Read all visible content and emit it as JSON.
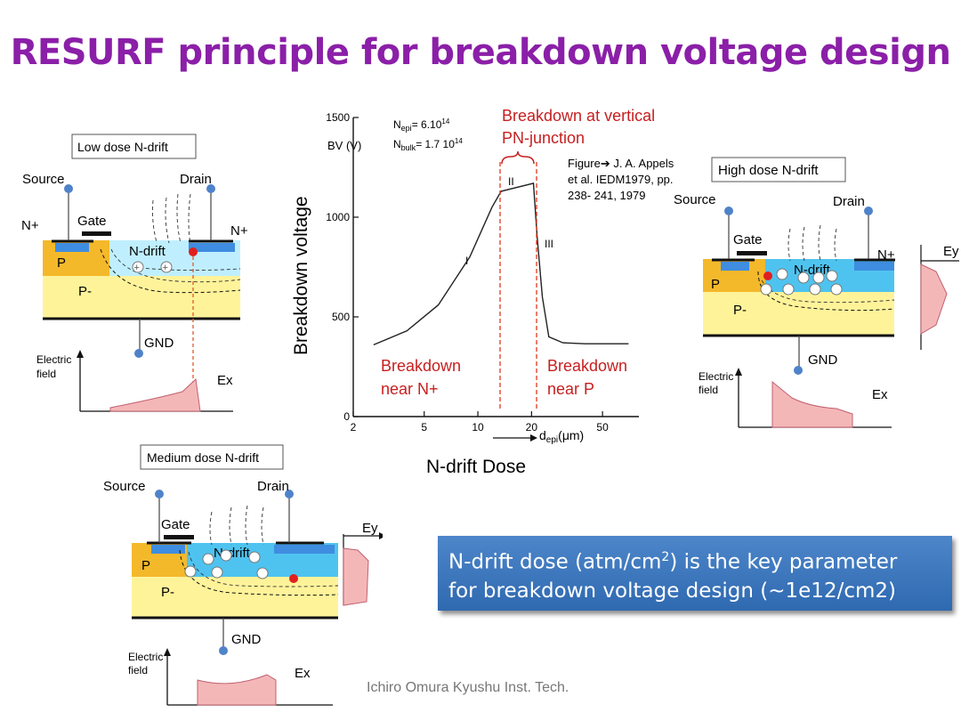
{
  "title": "RESURF principle for breakdown voltage design",
  "credit": "Ichiro Omura Kyushu Inst. Tech.",
  "callout": {
    "line1_prefix": "N-drift dose (atm/cm",
    "line1_sup": "2",
    "line1_suffix": ") is the key parameter",
    "line2": "for breakdown voltage design (~1e12/cm2)"
  },
  "low_dose": {
    "box_label": "Low dose N-drift",
    "source": "Source",
    "drain": "Drain",
    "gate": "Gate",
    "n_plus_left": "N+",
    "n_plus_right": "N+",
    "n_drift": "N-drift",
    "p": "P",
    "p_minus": "P-",
    "gnd": "GND",
    "field_label_1": "Electric",
    "field_label_2": "field",
    "ex": "Ex"
  },
  "medium_dose": {
    "box_label": "Medium dose N-drift",
    "source": "Source",
    "drain": "Drain",
    "gate": "Gate",
    "n_drift": "N-drift",
    "p": "P",
    "p_minus": "P-",
    "gnd": "GND",
    "field_label_1": "Electric",
    "field_label_2": "field",
    "ex": "Ex",
    "ey": "Ey"
  },
  "high_dose": {
    "box_label": "High dose N-drift",
    "source": "Source",
    "drain": "Drain",
    "gate": "Gate",
    "n_drift": "N-drift",
    "n_plus": "N+",
    "p": "P",
    "p_minus": "P-",
    "gnd": "GND",
    "field_label_1": "Electric",
    "field_label_2": "field",
    "ex": "Ex",
    "ey": "Ey"
  },
  "graph": {
    "ylabel": "Breakdown voltage",
    "xlabel": "N-drift Dose",
    "y_unit": "BV (V)",
    "x_unit": "d",
    "x_unit_sub": "epi",
    "x_unit_suffix": "(μm)",
    "n_epi_label": "N",
    "n_epi_sub": "epi",
    "n_epi_value": "= 6.10",
    "n_epi_exp": "14",
    "n_bulk_label": "N",
    "n_bulk_sub": "bulk",
    "n_bulk_value": "= 1.7 10",
    "n_bulk_exp": "14",
    "region_1": "I",
    "region_2": "II",
    "region_3": "III",
    "annot_top_1": "Breakdown at vertical",
    "annot_top_2": "PN-junction",
    "annot_left_1": "Breakdown",
    "annot_left_2": "near N+",
    "annot_right_1": "Breakdown",
    "annot_right_2": "near P",
    "ref_1": "Figure➔ J. A. Appels",
    "ref_2": "et al. IEDM1979, pp.",
    "ref_3": "238- 241, 1979"
  },
  "chart_data": {
    "type": "line",
    "xlabel": "d_epi (μm)",
    "ylabel": "BV (V)",
    "x_scale": "log",
    "xlim": [
      2,
      80
    ],
    "ylim": [
      0,
      1500
    ],
    "x_ticks": [
      2,
      5,
      10,
      20,
      50
    ],
    "y_ticks": [
      0,
      500,
      1000,
      1500
    ],
    "series": [
      {
        "x": [
          2.6,
          4,
          6,
          9,
          12,
          13.5,
          20.5,
          21.5,
          23,
          25,
          30,
          40,
          70
        ],
        "y": [
          360,
          430,
          560,
          800,
          1050,
          1130,
          1170,
          900,
          600,
          400,
          370,
          365,
          365
        ]
      }
    ]
  }
}
